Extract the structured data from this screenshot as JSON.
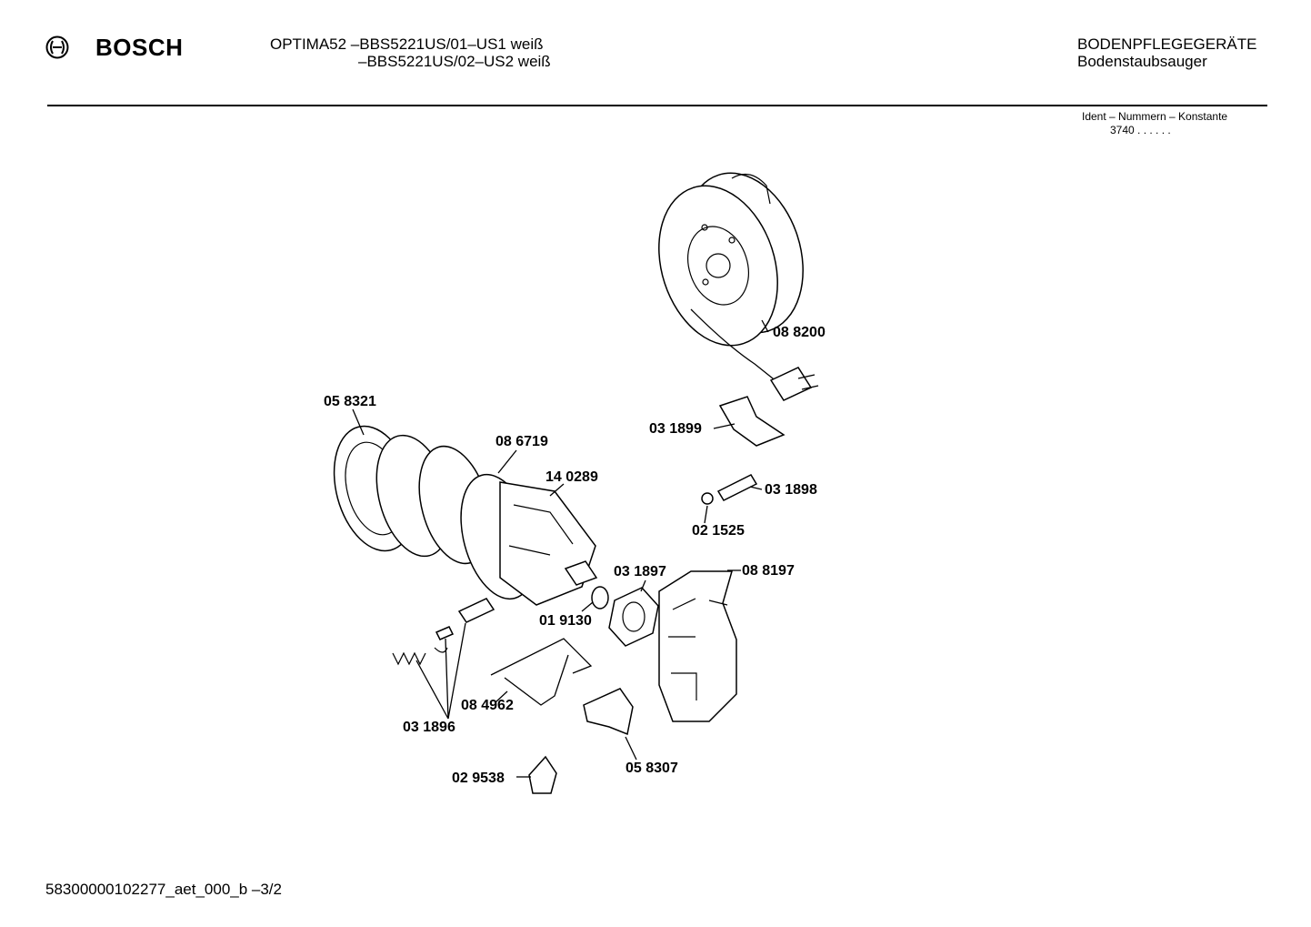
{
  "header": {
    "brand": "BOSCH",
    "model_line_1": "OPTIMA52 –BBS5221US/01–US1 weiß",
    "model_line_2": "–BBS5221US/02–US2 weiß",
    "category": "BODENPFLEGEGERÄTE",
    "subcategory": "Bodenstaubsauger",
    "ident_label": "Ident – Nummern – Konstante",
    "ident_value": "3740  . .    . . . ."
  },
  "parts": [
    {
      "id": "part-088200",
      "label": "08 8200"
    },
    {
      "id": "part-058321",
      "label": "05 8321"
    },
    {
      "id": "part-086719",
      "label": "08 6719"
    },
    {
      "id": "part-140289",
      "label": "14 0289"
    },
    {
      "id": "part-031899",
      "label": "03 1899"
    },
    {
      "id": "part-031898",
      "label": "03 1898"
    },
    {
      "id": "part-021525",
      "label": "02 1525"
    },
    {
      "id": "part-031897",
      "label": "03 1897"
    },
    {
      "id": "part-088197",
      "label": "08 8197"
    },
    {
      "id": "part-019130",
      "label": "01 9130"
    },
    {
      "id": "part-084962",
      "label": "08 4962"
    },
    {
      "id": "part-031896",
      "label": "03 1896"
    },
    {
      "id": "part-058307",
      "label": "05 8307"
    },
    {
      "id": "part-029538",
      "label": "02 9538"
    }
  ],
  "footer": {
    "doc_id": "58300000102277_aet_000_b –3/2"
  }
}
